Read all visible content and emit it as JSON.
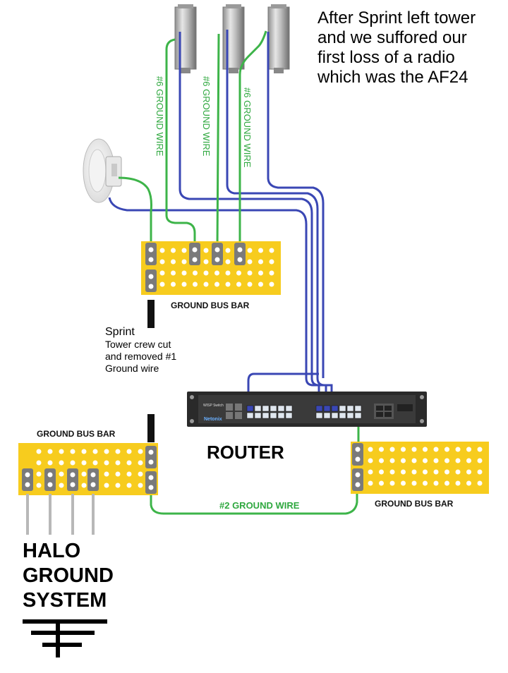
{
  "note": {
    "lines": [
      "After Sprint left tower",
      "and we suffored our",
      "first loss of a radio",
      "which was the AF24"
    ]
  },
  "wire_labels": {
    "g6_a": "#6 GROUND WIRE",
    "g6_b": "#6 GROUND WIRE",
    "g6_c": "#6 GROUND WIRE",
    "g2": "#2 GROUND WIRE"
  },
  "bus_bars": {
    "top": "GROUND BUS BAR",
    "left": "GROUND BUS BAR",
    "right": "GROUND BUS BAR"
  },
  "sprint": {
    "title": "Sprint",
    "lines": [
      "Tower crew cut",
      "and removed #1",
      "Ground wire"
    ]
  },
  "router": {
    "label": "ROUTER",
    "device_text": "WISP Switch",
    "brand": "Netonix"
  },
  "halo": {
    "lines": [
      "HALO",
      "GROUND",
      "SYSTEM"
    ]
  },
  "colors": {
    "bus_bar": "#f7cc1e",
    "ground_wire": "#3db449",
    "data_cable": "#3a47b4",
    "lug": "#7a7a7a"
  }
}
